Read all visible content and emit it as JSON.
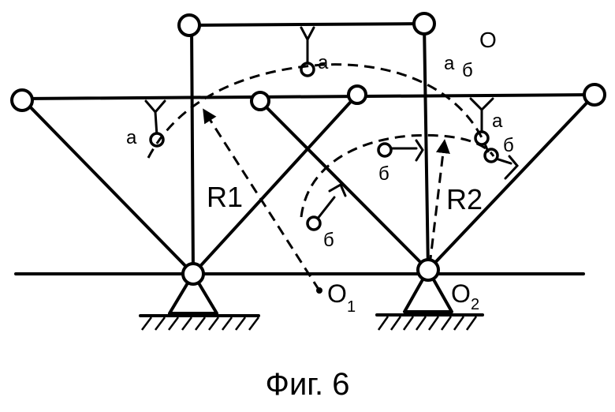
{
  "caption": "Фиг. 6",
  "labels": {
    "r1": "R1",
    "r2": "R2",
    "o1_main": "O",
    "o1_sub": "1",
    "o2_main": "O",
    "o2_sub": "2",
    "o_top": "O",
    "a": "а",
    "b": "б"
  }
}
